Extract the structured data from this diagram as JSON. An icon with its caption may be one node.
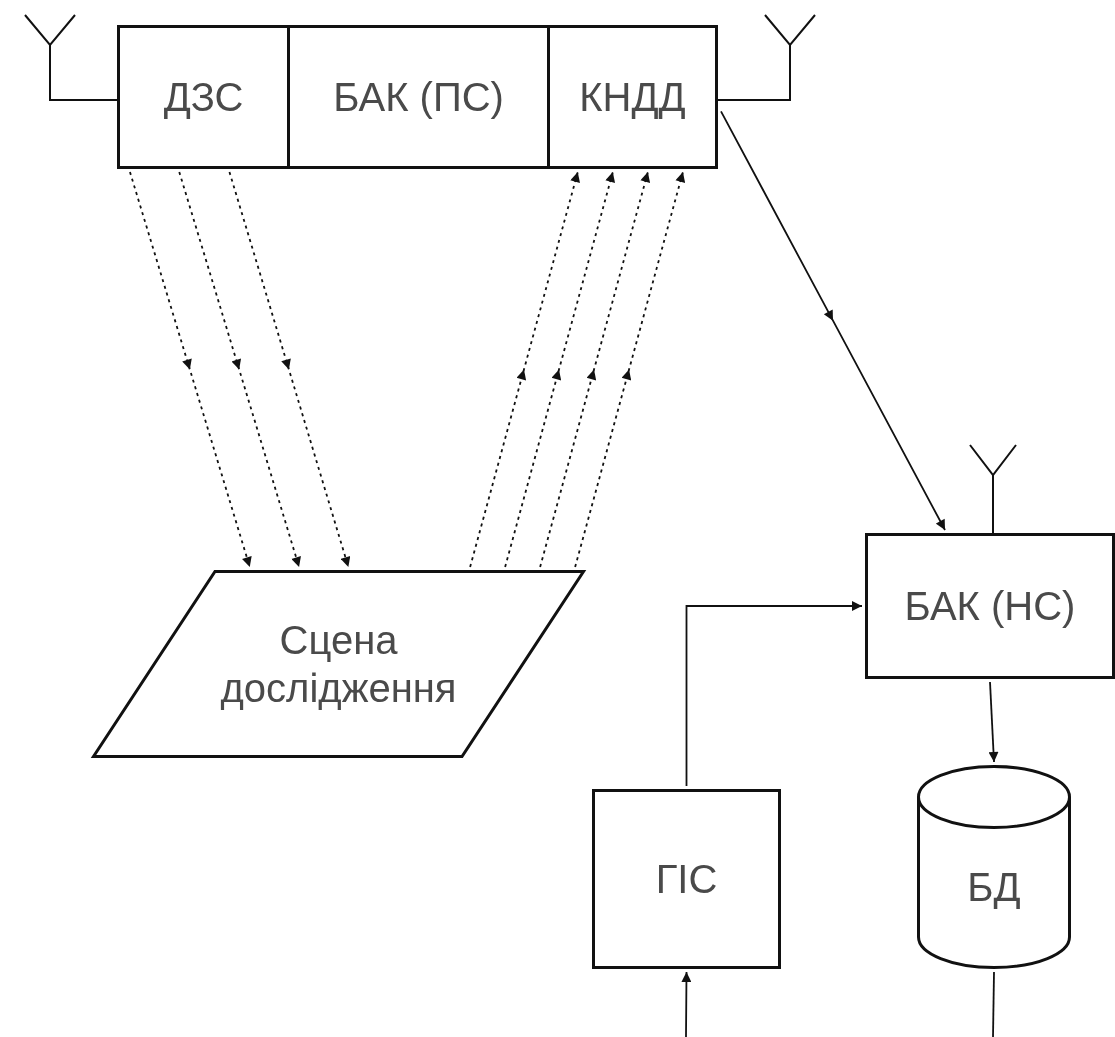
{
  "diagram": {
    "nodes": [
      {
        "text": [
          "ДЗС"
        ]
      },
      {
        "text": [
          "БАК (ПС)"
        ]
      },
      {
        "text": [
          "КНДД"
        ]
      },
      {
        "text": [
          "Сцена дослідження"
        ]
      },
      {
        "text": [
          "БАК (НС)"
        ]
      },
      {
        "text": [
          "ГІС"
        ]
      },
      {
        "text": [
          "БД"
        ]
      }
    ],
    "edges": [
      {
        "from": 0,
        "to": 3,
        "arrow": "to",
        "style": "dashed"
      },
      {
        "from": 0,
        "to": 3,
        "arrow": "to",
        "style": "dashed"
      },
      {
        "from": 0,
        "to": 3,
        "arrow": "to",
        "style": "dashed"
      },
      {
        "from": 3,
        "to": 2,
        "arrow": "to",
        "style": "dashed"
      },
      {
        "from": 3,
        "to": 2,
        "arrow": "to",
        "style": "dashed"
      },
      {
        "from": 3,
        "to": 2,
        "arrow": "to",
        "style": "dashed"
      },
      {
        "from": 3,
        "to": 2,
        "arrow": "to",
        "style": "dashed"
      },
      {
        "from": 2,
        "to": 4,
        "arrow": "to"
      },
      {
        "from": 5,
        "to": 4,
        "arrow": "to"
      },
      {
        "from": 4,
        "to": 6,
        "arrow": "to"
      },
      {
        "from": null,
        "to": 5,
        "arrow": "to"
      },
      {
        "from": 6,
        "to": null,
        "arrow": "none"
      }
    ]
  }
}
